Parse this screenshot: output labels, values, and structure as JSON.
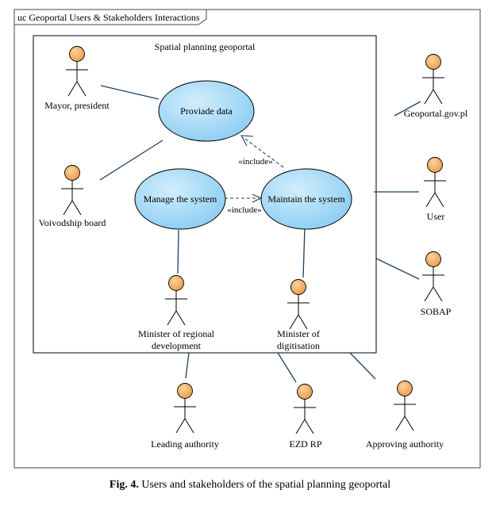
{
  "frame": {
    "title": "uc Geoportal Users & Stakeholders Interactions"
  },
  "system": {
    "title": "Spatial planning geoportal"
  },
  "use_cases": {
    "provide": "Proviade data",
    "manage": "Manage the system",
    "maintain": "Maintain the system"
  },
  "relations": {
    "include_1": "«include»",
    "include_2": "«include»"
  },
  "actors": {
    "mayor": "Mayor, president",
    "voivodship": "Voivodship board",
    "minister_regional_1": "Minister of regional",
    "minister_regional_2": "development",
    "minister_digit_1": "Minister of",
    "minister_digit_2": "digitisation",
    "geoportal": "Geoportal.gov.pl",
    "user": "User",
    "sobap": "SOBAP",
    "leading": "Leading authority",
    "ezd": "EZD RP",
    "approving": "Approving authority"
  },
  "caption": {
    "number": "Fig. 4.",
    "text": "Users and stakeholders of the spatial planning geoportal"
  },
  "colors": {
    "actor_head": "#f5b266",
    "use_case_fill": "#a8dbf7",
    "line": "#1f3f66"
  }
}
